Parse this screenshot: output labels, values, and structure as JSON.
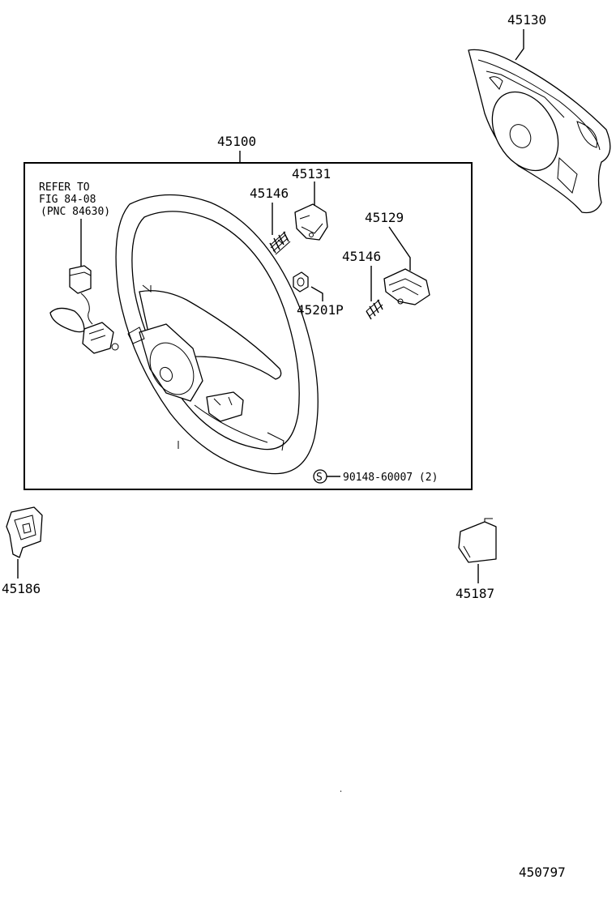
{
  "diagram": {
    "figure_id": "450797",
    "callouts": {
      "p45100": "45100",
      "p45130": "45130",
      "p45131": "45131",
      "p45146a": "45146",
      "p45146b": "45146",
      "p45129": "45129",
      "p45201p": "45201P",
      "p45186": "45186",
      "p45187": "45187"
    },
    "screw": {
      "symbol": "S",
      "part": "90148-60007 (2)"
    },
    "refer_note": {
      "line1": "REFER TO",
      "line2": "FIG 84-08",
      "line3": "(PNC 84630)"
    }
  }
}
